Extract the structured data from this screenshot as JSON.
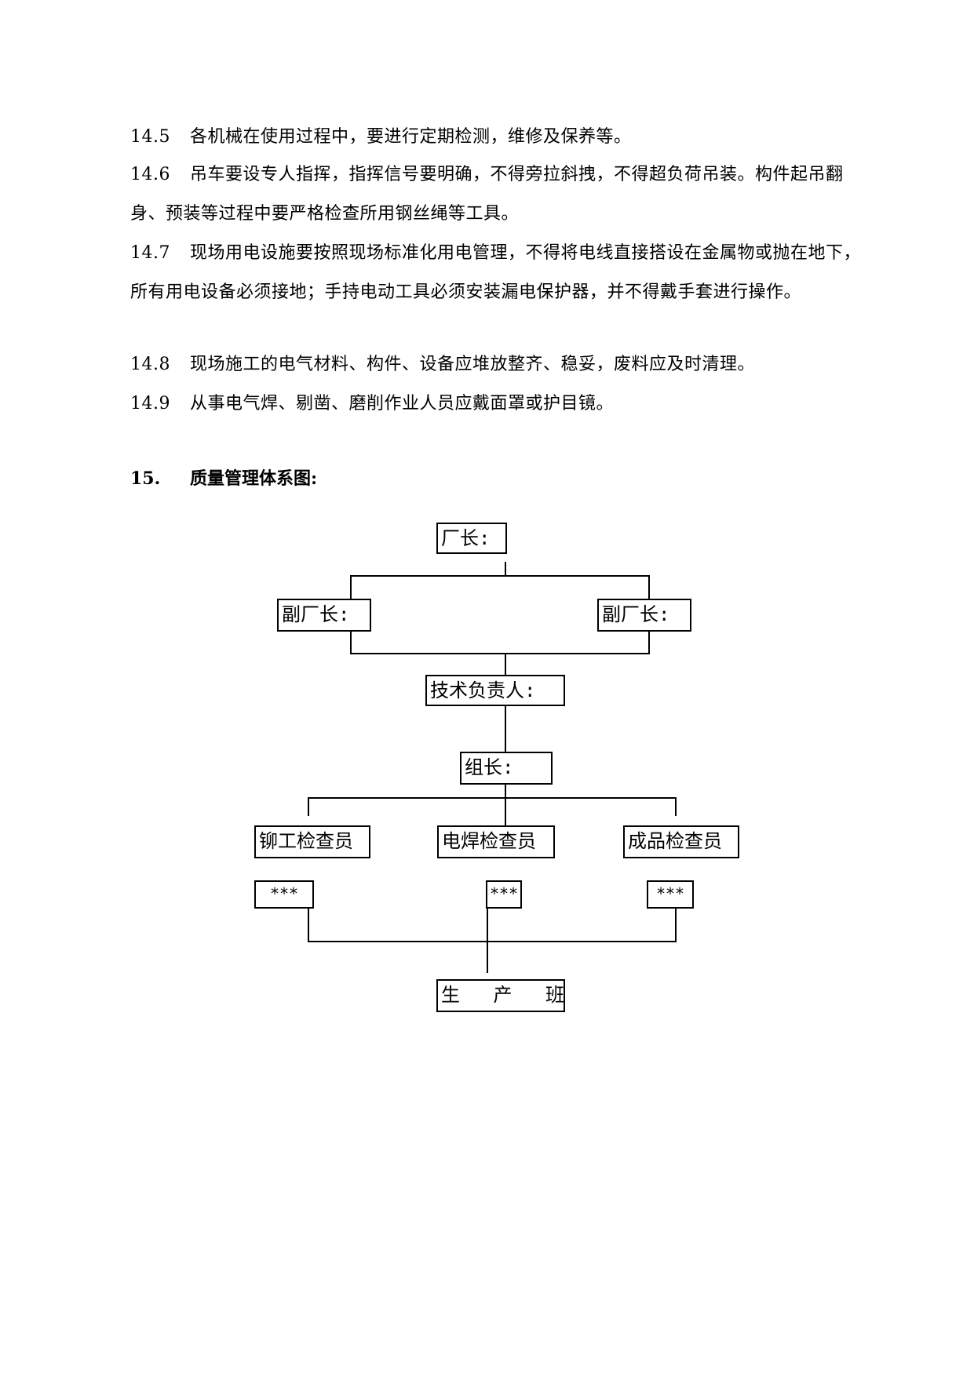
{
  "paragraphs": [
    {
      "num": "14.5",
      "text": "各机械在使用过程中，要进行定期检测，维修及保养等。"
    },
    {
      "num": "14.6",
      "text": "吊车要设专人指挥，指挥信号要明确，不得旁拉斜拽，不得超负荷吊装。构件起吊翻身、预装等过程中要严格检查所用钢丝绳等工具。"
    },
    {
      "num": "14.7",
      "text": "现场用电设施要按照现场标准化用电管理，不得将电线直接搭设在金属物或抛在地下，所有用电设备必须接地；手持电动工具必须安装漏电保护器，并不得戴手套进行操作。"
    },
    {
      "num": "14.8",
      "text": "现场施工的电气材料、构件、设备应堆放整齐、稳妥，废料应及时清理。"
    },
    {
      "num": "14.9",
      "text": "从事电气焊、剔凿、磨削作业人员应戴面罩或护目镜。"
    }
  ],
  "section": {
    "num": "15.",
    "title": "质量管理体系图:"
  },
  "org_chart": {
    "factory_director": "厂长:",
    "deputy_left": "副厂长:",
    "deputy_right": "副厂长:",
    "technical_lead": "技术负责人:",
    "team_leader": "组长:",
    "inspectors": [
      "铆工检查员",
      "电焊检查员",
      "成品检查员"
    ],
    "inspector_names": [
      "***",
      "***",
      "***"
    ],
    "production_team": "生 产 班 组"
  }
}
